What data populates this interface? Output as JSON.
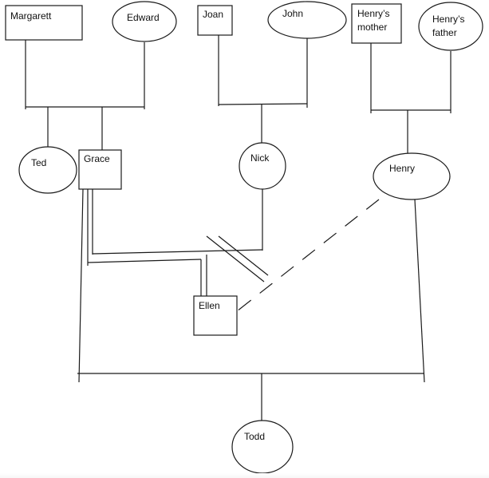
{
  "diagram": {
    "type": "genogram",
    "people": [
      {
        "id": "margarett",
        "label_lines": [
          "Margarett"
        ],
        "shape": "square"
      },
      {
        "id": "edward",
        "label_lines": [
          "Edward"
        ],
        "shape": "circle"
      },
      {
        "id": "joan",
        "label_lines": [
          "Joan"
        ],
        "shape": "square"
      },
      {
        "id": "john",
        "label_lines": [
          "John"
        ],
        "shape": "circle"
      },
      {
        "id": "henrys-mother",
        "label_lines": [
          "Henry’s",
          "mother"
        ],
        "shape": "square"
      },
      {
        "id": "henrys-father",
        "label_lines": [
          "Henry’s",
          "father"
        ],
        "shape": "circle"
      },
      {
        "id": "ted",
        "label_lines": [
          "Ted"
        ],
        "shape": "circle"
      },
      {
        "id": "grace",
        "label_lines": [
          "Grace"
        ],
        "shape": "square"
      },
      {
        "id": "nick",
        "label_lines": [
          "Nick"
        ],
        "shape": "circle"
      },
      {
        "id": "henry",
        "label_lines": [
          "Henry"
        ],
        "shape": "circle"
      },
      {
        "id": "ellen",
        "label_lines": [
          "Ellen"
        ],
        "shape": "square"
      },
      {
        "id": "todd",
        "label_lines": [
          "Todd"
        ],
        "shape": "circle"
      }
    ],
    "relationships": [
      {
        "type": "marriage",
        "partners": [
          "margarett",
          "edward"
        ],
        "children": [
          "ted",
          "grace"
        ]
      },
      {
        "type": "marriage",
        "partners": [
          "joan",
          "john"
        ],
        "children": [
          "nick"
        ]
      },
      {
        "type": "marriage",
        "partners": [
          "henrys-mother",
          "henrys-father"
        ],
        "children": [
          "henry"
        ]
      },
      {
        "type": "divorced",
        "partners": [
          "grace",
          "nick"
        ],
        "children": [
          "ellen"
        ]
      },
      {
        "type": "marriage",
        "partners": [
          "grace",
          "henry"
        ],
        "children": [
          "todd"
        ]
      },
      {
        "type": "dashed-connection",
        "between": [
          "henry",
          "ellen"
        ]
      }
    ]
  }
}
